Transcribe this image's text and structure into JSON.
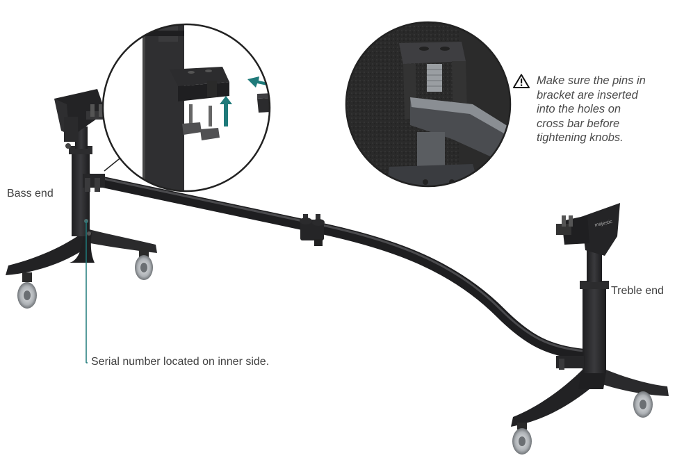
{
  "labels": {
    "bass_end": "Bass end",
    "treble_end": "Treble end",
    "serial_note": "Serial number located on inner side."
  },
  "warning": {
    "lines": [
      "Make sure the pins in",
      "bracket are inserted",
      "into the holes on",
      "cross bar before",
      "tightening knobs."
    ],
    "icon": "warning-triangle-icon"
  },
  "colors": {
    "frame": "#2b2b2d",
    "accent_teal": "#1f7a7a",
    "circle_border": "#222222"
  }
}
